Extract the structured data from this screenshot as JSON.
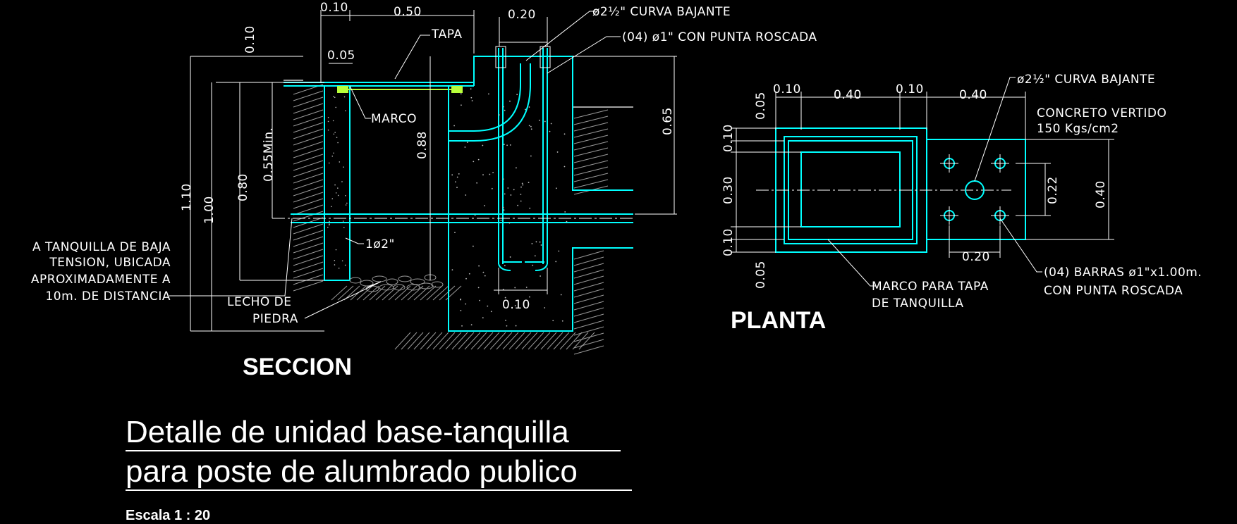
{
  "colors": {
    "background": "#000000",
    "outline": "#00ffff",
    "text": "#ffffff",
    "frame": "#b8ff3a",
    "hatch": "#9a9a9a"
  },
  "seccion": {
    "title": "SECCION",
    "dims": {
      "d_010_top": "0.10",
      "d_050": "0.50",
      "d_020": "0.20",
      "d_010_vert": "0.10",
      "d_005": "0.05",
      "d_110": "1.10",
      "d_100": "1.00",
      "d_080": "0.80",
      "d_055": "0.55Min.",
      "d_088": "0.88",
      "d_065": "0.65",
      "d_010_bottom": "0.10"
    },
    "labels": {
      "curva": "ø2½\" CURVA BAJANTE",
      "punta": "(04) ø1\" CON PUNTA ROSCADA",
      "tapa": "TAPA",
      "marco": "MARCO",
      "conduit": "1ø2\"",
      "lecho_1": "LECHO DE",
      "lecho_2": "PIEDRA",
      "note_1": "A TANQUILLA DE BAJA",
      "note_2": "TENSION, UBICADA",
      "note_3": "APROXIMADAMENTE A",
      "note_4": "10m. DE DISTANCIA"
    }
  },
  "planta": {
    "title": "PLANTA",
    "dims": {
      "t_010a": "0.10",
      "t_040a": "0.40",
      "t_010b": "0.10",
      "t_040b": "0.40",
      "l_005a": "0.05",
      "l_010a": "0.10",
      "l_030": "0.30",
      "l_010b": "0.10",
      "l_005b": "0.05",
      "r_022": "0.22",
      "r_040": "0.40",
      "b_020": "0.20"
    },
    "labels": {
      "curva": "ø2½\" CURVA BAJANTE",
      "concreto_1": "CONCRETO VERTIDO",
      "concreto_2": "150 Kgs/cm2",
      "marco_1": "MARCO PARA TAPA",
      "marco_2": "DE TANQUILLA",
      "barras_1": "(04) BARRAS ø1\"x1.00m.",
      "barras_2": "CON PUNTA ROSCADA"
    }
  },
  "title": {
    "line1": "Detalle de unidad base-tanquilla",
    "line2": "para poste de alumbrado publico",
    "scale": "Escala  1 : 20"
  }
}
